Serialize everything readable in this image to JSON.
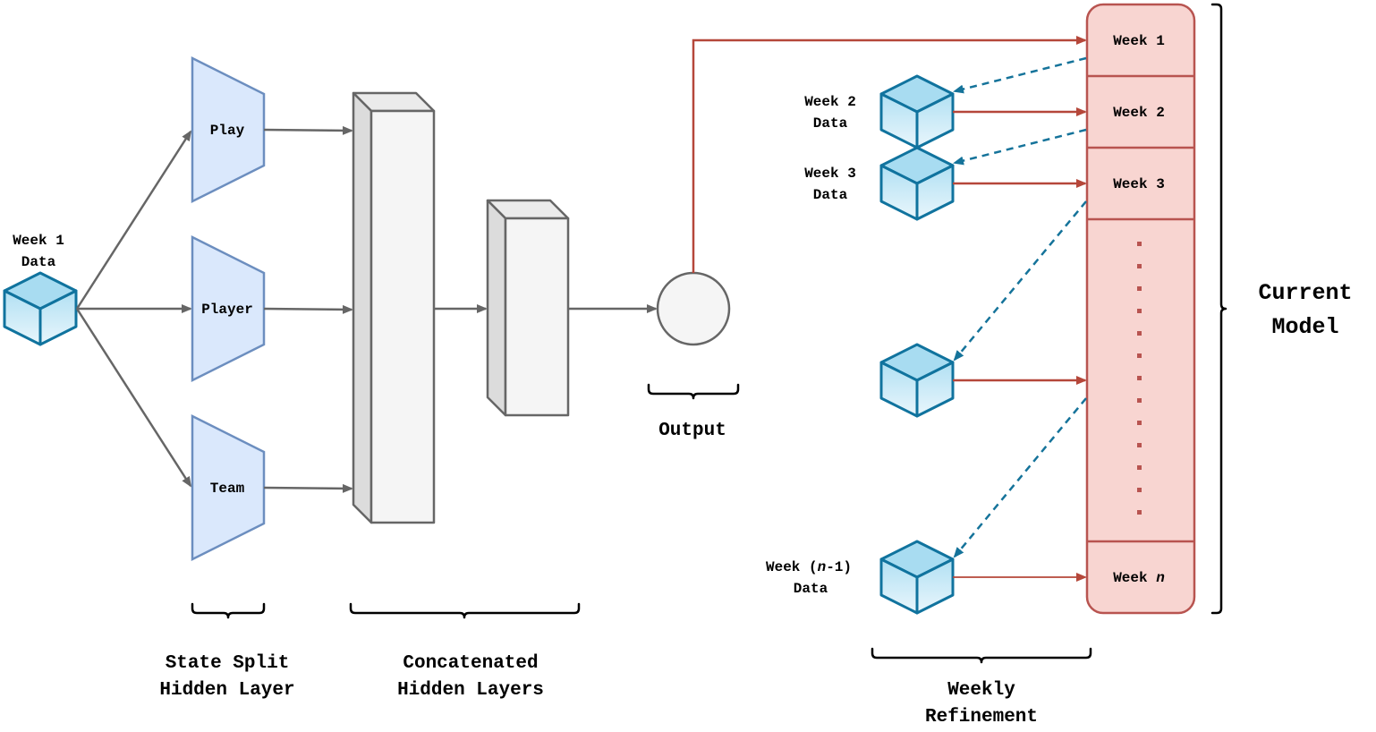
{
  "inputs": {
    "week1": [
      "Week 1",
      "Data"
    ],
    "week2": [
      "Week 2",
      "Data"
    ],
    "week3": [
      "Week 3",
      "Data"
    ],
    "weekn1_prefix": "Week (",
    "weekn1_var": "n",
    "weekn1_suffix": "-1)",
    "weekn1_line2": "Data"
  },
  "split_layers": [
    "Play",
    "Player",
    "Team"
  ],
  "groups": {
    "state_split": [
      "State Split",
      "Hidden Layer"
    ],
    "concatenated": [
      "Concatenated",
      "Hidden Layers"
    ],
    "output": "Output",
    "weekly_refinement": [
      "Weekly",
      "Refinement"
    ],
    "current_model": [
      "Current",
      "Model"
    ]
  },
  "model_stack": {
    "week_1": "Week 1",
    "week_2": "Week 2",
    "week_3": "Week 3",
    "week_n_prefix": "Week ",
    "week_n_var": "n"
  },
  "colors": {
    "cube_stroke": "#10739e",
    "trapezoid_fill": "#dae8fc",
    "trapezoid_stroke": "#6c8ebf",
    "model_fill": "#f8d5d1",
    "model_stroke": "#b85450",
    "red_arrow": "#b5473a",
    "gray_arrow": "#666666",
    "dashed_arrow": "#15739a"
  }
}
